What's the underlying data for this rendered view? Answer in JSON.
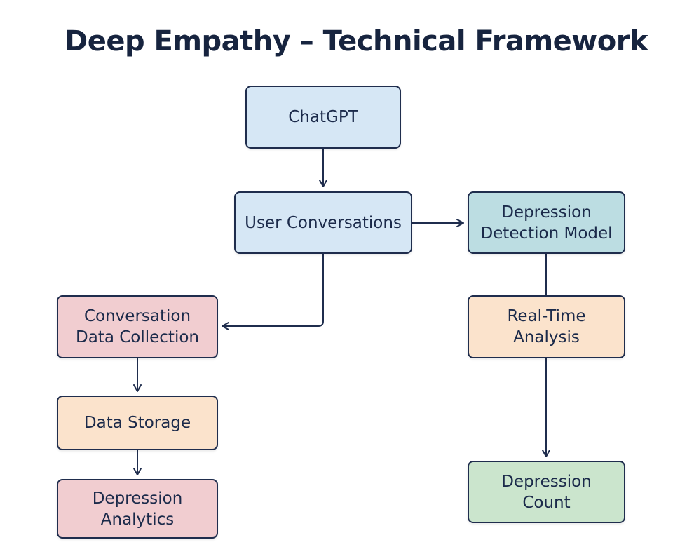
{
  "title": "Deep Empathy – Technical Framework",
  "colors": {
    "blue": "#d6e7f5",
    "teal": "#bcdde2",
    "pink": "#f1cdd0",
    "peach": "#fbe3cc",
    "green": "#cbe5cd",
    "stroke": "#1f2d4d"
  },
  "nodes": {
    "chatgpt": "ChatGPT",
    "user_conversations": "User Conversations",
    "depression_detection_model": "Depression\nDetection Model",
    "conversation_data_collection": "Conversation\nData Collection",
    "data_storage": "Data Storage",
    "depression_analytics": "Depression\nAnalytics",
    "real_time_analysis": "Real-Time\nAnalysis",
    "depression_count": "Depression\nCount"
  }
}
